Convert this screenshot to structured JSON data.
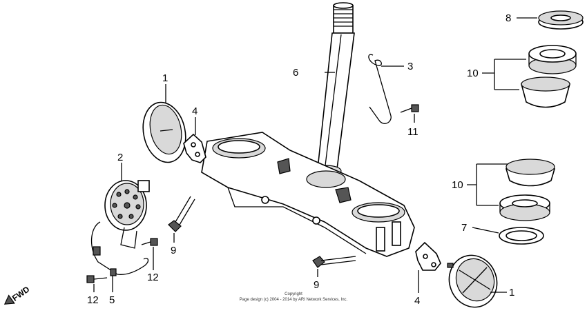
{
  "diagram": {
    "callouts": {
      "c1a": "1",
      "c1b": "1",
      "c2": "2",
      "c3": "3",
      "c4a": "4",
      "c4b": "4",
      "c5": "5",
      "c6": "6",
      "c7": "7",
      "c8": "8",
      "c9a": "9",
      "c9b": "9",
      "c10a": "10",
      "c10b": "10",
      "c11": "11",
      "c12a": "12",
      "c12b": "12"
    },
    "fwd_label": "FWD",
    "copyright_line1": "Copyright",
    "copyright_line2": "Page design (c) 2004 - 2014 by ARI Network Services, Inc."
  }
}
